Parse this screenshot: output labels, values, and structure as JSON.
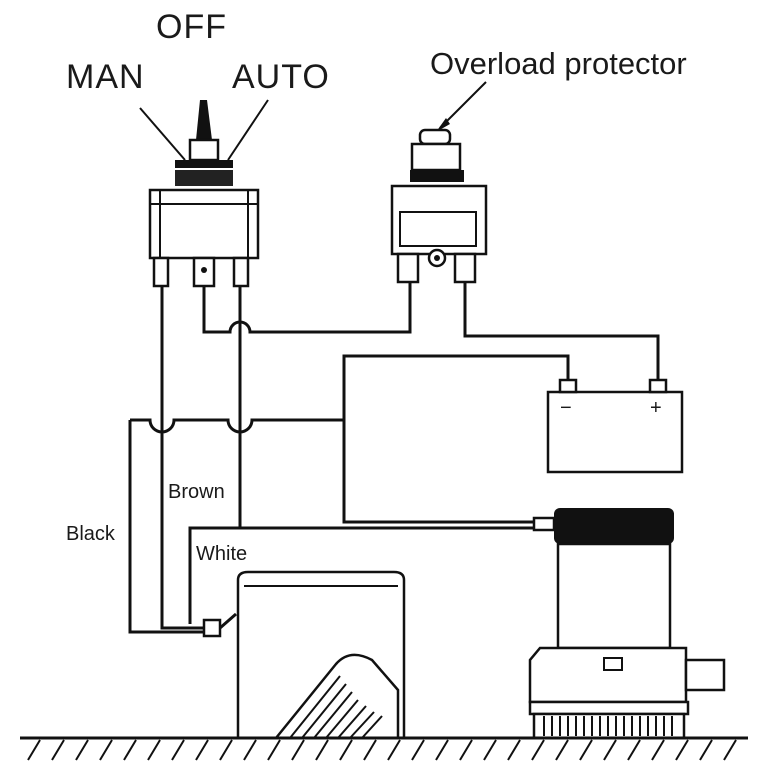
{
  "switch_labels": {
    "off": "OFF",
    "man": "MAN",
    "auto": "AUTO"
  },
  "protector_label": "Overload protector",
  "battery": {
    "negative": "−",
    "positive": "+"
  },
  "wire_labels": {
    "black": "Black",
    "brown": "Brown",
    "white": "White"
  }
}
